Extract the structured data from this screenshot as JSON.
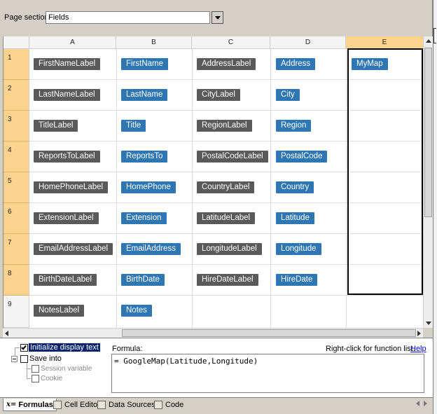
{
  "toolbar": {
    "page_section_label": "Page section:",
    "page_section_value": "Fields"
  },
  "grid": {
    "columns": [
      "A",
      "B",
      "C",
      "D",
      "E"
    ],
    "selected_column": "E",
    "rows": [
      "1",
      "2",
      "3",
      "4",
      "5",
      "6",
      "7",
      "8",
      "9"
    ],
    "cells": {
      "A": [
        "FirstNameLabel",
        "LastNameLabel",
        "TitleLabel",
        "ReportsToLabel",
        "HomePhoneLabel",
        "ExtensionLabel",
        "EmailAddressLabel",
        "BirthDateLabel",
        "NotesLabel"
      ],
      "B": [
        "FirstName",
        "LastName",
        "Title",
        "ReportsTo",
        "HomePhone",
        "Extension",
        "EmailAddress",
        "BirthDate",
        "Notes"
      ],
      "C": [
        "AddressLabel",
        "CityLabel",
        "RegionLabel",
        "PostalCodeLabel",
        "CountryLabel",
        "LatitudeLabel",
        "LongitudeLabel",
        "HireDateLabel"
      ],
      "D": [
        "Address",
        "City",
        "Region",
        "PostalCode",
        "Country",
        "Latitude",
        "Longitude",
        "HireDate"
      ],
      "E": [
        "MyMap"
      ]
    }
  },
  "options": {
    "initialize_display_text": "Initialize display text",
    "initialize_checked": true,
    "save_into": "Save into",
    "save_into_checked": false,
    "session_variable": "Session variable",
    "cookie": "Cookie"
  },
  "formula": {
    "label": "Formula:",
    "hint": "Right-click for function list.",
    "help": "Help",
    "value": "= GoogleMap(Latitude,Longitude)"
  },
  "tabs": [
    {
      "label": "Formulas",
      "icon": "formula-x-icon",
      "active": true
    },
    {
      "label": "Cell Editor",
      "icon": "cell-editor-icon",
      "active": false
    },
    {
      "label": "Data Sources",
      "icon": "data-sources-icon",
      "active": false
    },
    {
      "label": "Code",
      "icon": "code-icon",
      "active": false
    }
  ],
  "colors": {
    "label_chip": "#5a5a5a",
    "value_chip": "#2e77b2",
    "row_header": "#fbd38d",
    "selected_text_bg": "#0a246a"
  }
}
